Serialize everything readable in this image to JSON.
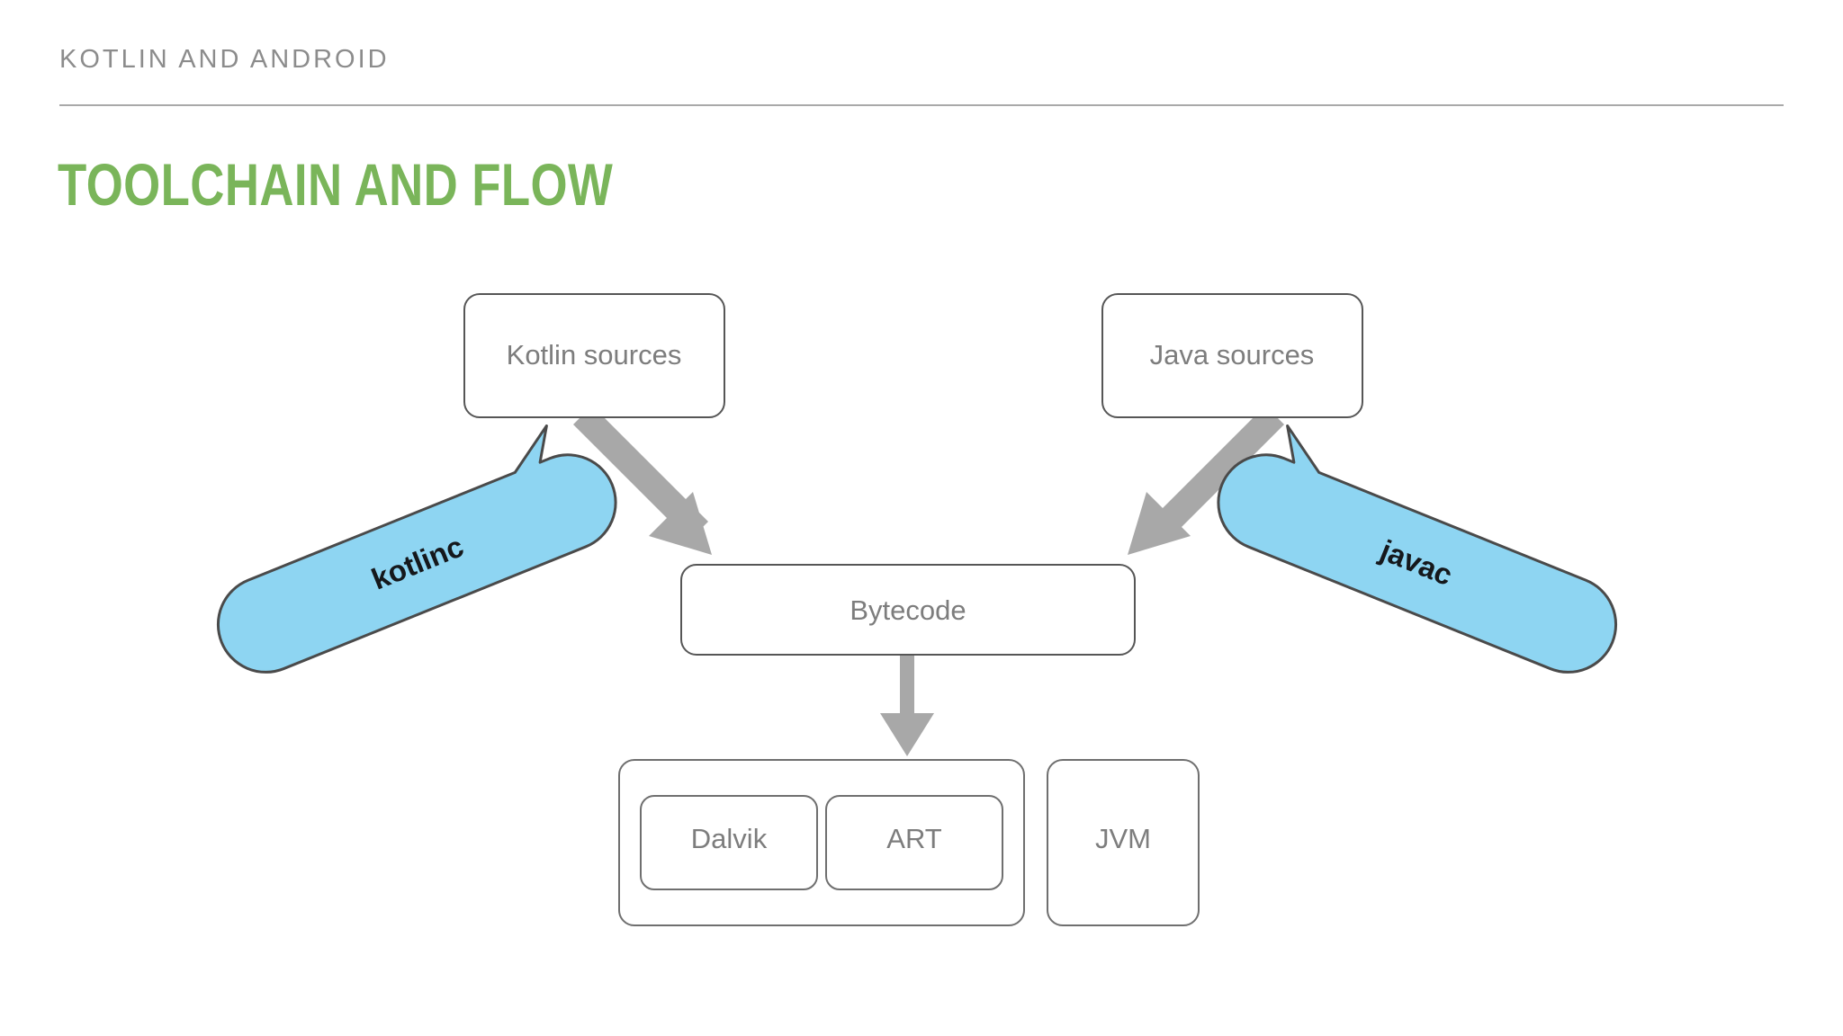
{
  "slide": {
    "eyebrow": "KOTLIN AND ANDROID",
    "title": "TOOLCHAIN AND FLOW",
    "colors": {
      "background": "#ffffff",
      "eyebrow_text": "#8c8c8c",
      "header_rule": "#a9a9a9",
      "title_green": "#7ab55a",
      "node_border": "#565656",
      "node_text": "#7d7d7d",
      "callout_fill": "#8ed5f2",
      "callout_border": "#4a4a4a",
      "callout_text": "#15181c",
      "arrow": "#a8a8a8"
    }
  },
  "diagram": {
    "type": "flowchart",
    "nodes": [
      {
        "id": "kotlin-sources",
        "label": "Kotlin sources",
        "kind": "box"
      },
      {
        "id": "java-sources",
        "label": "Java sources",
        "kind": "box"
      },
      {
        "id": "bytecode",
        "label": "Bytecode",
        "kind": "box"
      },
      {
        "id": "android-runtime",
        "label": "",
        "kind": "group"
      },
      {
        "id": "dalvik",
        "label": "Dalvik",
        "kind": "box"
      },
      {
        "id": "art",
        "label": "ART",
        "kind": "box"
      },
      {
        "id": "jvm",
        "label": "JVM",
        "kind": "box"
      }
    ],
    "callouts": [
      {
        "id": "kotlinc",
        "label": "kotlinc",
        "side": "left",
        "points_at": "kotlin-to-bytecode"
      },
      {
        "id": "javac",
        "label": "javac",
        "side": "right",
        "points_at": "java-to-bytecode"
      }
    ],
    "edges": [
      {
        "id": "kotlin-to-bytecode",
        "from": "kotlin-sources",
        "to": "bytecode",
        "label": ""
      },
      {
        "id": "java-to-bytecode",
        "from": "java-sources",
        "to": "bytecode",
        "label": ""
      },
      {
        "id": "bytecode-to-runtime",
        "from": "bytecode",
        "to": "android-runtime",
        "label": ""
      }
    ]
  }
}
